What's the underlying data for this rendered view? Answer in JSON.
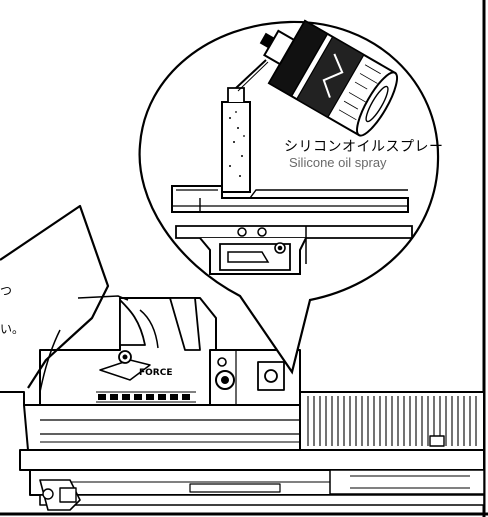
{
  "labels": {
    "japanese": "シリコンオイルスプレー",
    "english": "Silicone oil spray",
    "left_fragment_1": "つ",
    "left_fragment_2": "い。",
    "marking": "FORCE"
  },
  "colors": {
    "ink": "#000000",
    "secondary_text": "#6a6a6a",
    "background": "#ffffff"
  },
  "icons": {
    "spray_can": "spray-can-icon",
    "nozzle": "nozzle-icon"
  }
}
